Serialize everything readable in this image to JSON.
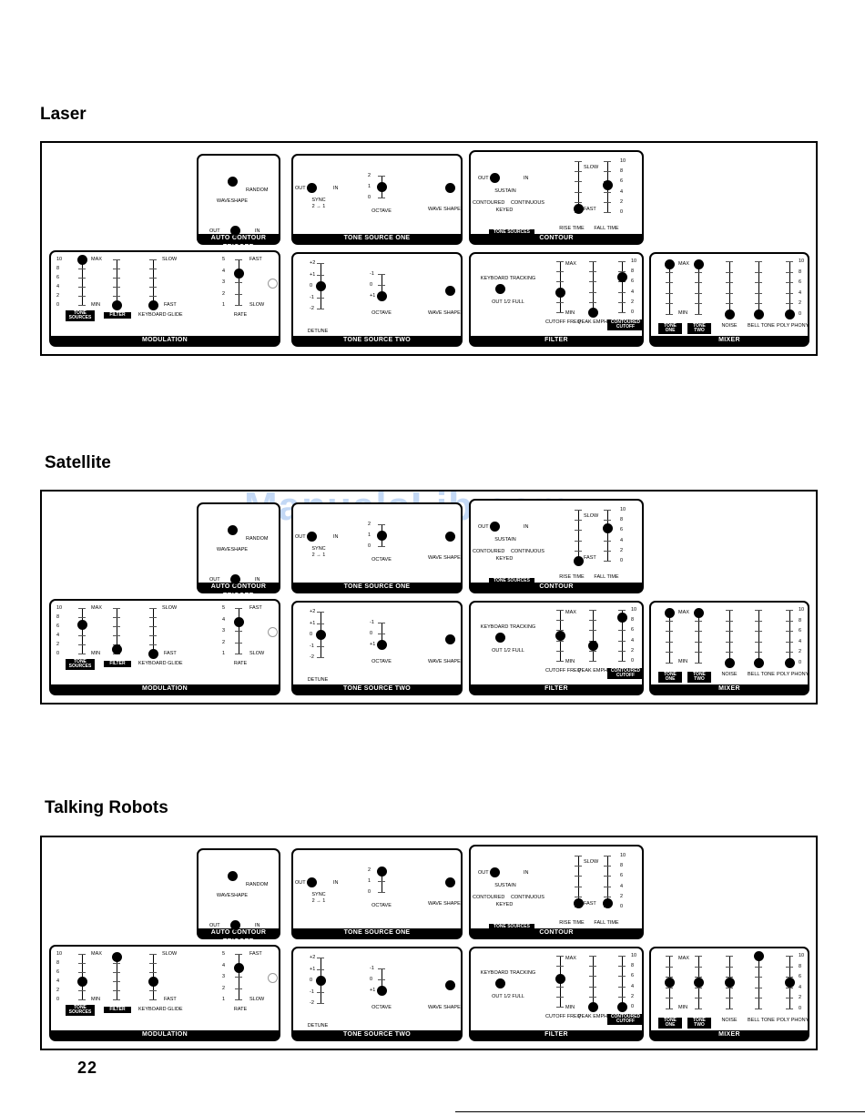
{
  "page_number": "22",
  "watermark": "ManualsLib.com",
  "labels": {
    "modulation": "MODULATION",
    "tone_source_one": "TONE SOURCE ONE",
    "tone_source_two": "TONE SOURCE TWO",
    "contour": "CONTOUR",
    "filter": "FILTER",
    "mixer": "MIXER",
    "auto_contour_trigger": "AUTO CONTOUR TRIGGER",
    "waveshape": "WAVESHAPE",
    "random": "RANDOM",
    "out": "OUT",
    "in": "IN",
    "max": "MAX",
    "min": "MIN",
    "slow": "SLOW",
    "fast": "FAST",
    "rate": "RATE",
    "tone_sources": "TONE SOURCES",
    "filter_tag": "FILTER",
    "keyboard_glide": "KEYBOARD GLIDE",
    "sync": "SYNC",
    "sync_ratio": "2 → 1",
    "octave": "OCTAVE",
    "wave_shape": "WAVE SHAPE",
    "detune": "DETUNE",
    "sustain": "SUSTAIN",
    "contoured": "CONTOURED",
    "continuous": "CONTINUOUS",
    "keyed": "KEYED",
    "rise_time": "RISE TIME",
    "fall_time": "FALL TIME",
    "keyboard_tracking": "KEYBOARD TRACKING",
    "tracking_values": "OUT  1/2  FULL",
    "cutoff_freq": "CUTOFF FREQ",
    "peak_emph": "PEAK EMPH",
    "contoured_cutoff": "CONTOURED CUTOFF",
    "tone_one": "TONE ONE",
    "tone_two": "TONE TWO",
    "noise": "NOISE",
    "bell_tone": "BELL TONE",
    "poly_phony": "POLY PHONY"
  },
  "scales": {
    "ten": [
      "10",
      "8",
      "6",
      "4",
      "2",
      "0"
    ],
    "five": [
      "5",
      "4",
      "3",
      "2",
      "1"
    ],
    "octave": [
      "-1",
      "0",
      "+1"
    ],
    "octave_one": [
      "2",
      "1",
      "0"
    ],
    "detune": [
      "+2",
      "+1",
      "0",
      "-1",
      "-2"
    ]
  },
  "presets": [
    {
      "name": "Laser"
    },
    {
      "name": "Satellite"
    },
    {
      "name": "Talking Robots"
    }
  ]
}
